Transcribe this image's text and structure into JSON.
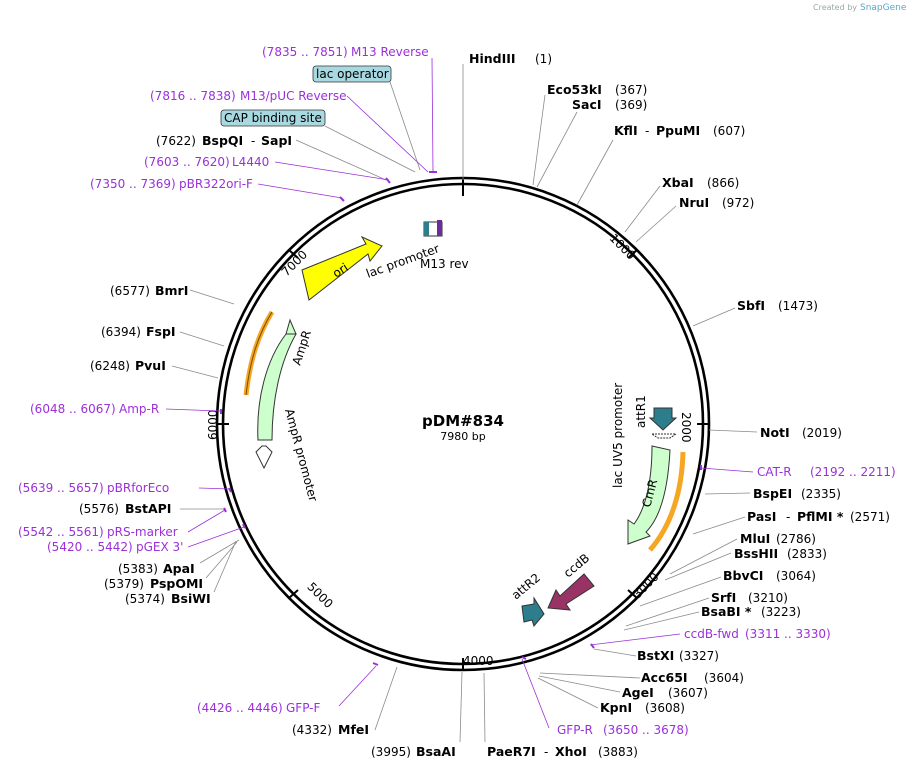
{
  "plasmid": {
    "name": "pDM#834",
    "size_label": "7980 bp"
  },
  "credit": {
    "prefix": "Created by",
    "brand": "SnapGene"
  },
  "ticks": [
    "1000",
    "2000",
    "3000",
    "4000",
    "5000",
    "6000",
    "7000"
  ],
  "features": {
    "ori": "ori",
    "ampr": "AmpR",
    "ampr_promoter": "AmpR promoter",
    "lac_promoter": "lac promoter",
    "m13_rev": "M13 rev",
    "lac_uv5_promoter": "lac UV5 promoter",
    "attr1": "attR1",
    "cmr": "CmR",
    "ccdb": "ccdB",
    "attr2": "attR2"
  },
  "boxed_features": {
    "lac_operator": "lac operator",
    "cap_site": "CAP binding site"
  },
  "enzymes": {
    "hindiii": {
      "name": "HindIII",
      "pos": "(1)"
    },
    "eco53ki": {
      "name": "Eco53kI",
      "pos": "(367)"
    },
    "saci": {
      "name": "SacI",
      "pos": "(369)"
    },
    "kfli": {
      "name": "KflI",
      "sep": "-",
      "name2": "PpuMI",
      "pos": "(607)"
    },
    "xbai": {
      "name": "XbaI",
      "pos": "(866)"
    },
    "nrui": {
      "name": "NruI",
      "pos": "(972)"
    },
    "sbfi": {
      "name": "SbfI",
      "pos": "(1473)"
    },
    "noti": {
      "name": "NotI",
      "pos": "(2019)"
    },
    "bspei": {
      "name": "BspEI",
      "pos": "(2335)"
    },
    "pasi": {
      "name": "PasI",
      "sep": "-",
      "name2": "PflMI *",
      "pos": "(2571)"
    },
    "mlui": {
      "name": "MluI",
      "pos": "(2786)"
    },
    "bsshii": {
      "name": "BssHII",
      "pos": "(2833)"
    },
    "bbvci": {
      "name": "BbvCI",
      "pos": "(3064)"
    },
    "srfi": {
      "name": "SrfI",
      "pos": "(3210)"
    },
    "bsabi": {
      "name": "BsaBI *",
      "pos": "(3223)"
    },
    "bstxi": {
      "name": "BstXI",
      "pos": "(3327)"
    },
    "acc65i": {
      "name": "Acc65I",
      "pos": "(3604)"
    },
    "agei": {
      "name": "AgeI",
      "pos": "(3607)"
    },
    "kpni": {
      "name": "KpnI",
      "pos": "(3608)"
    },
    "paer7i": {
      "name": "PaeR7I",
      "sep": "-",
      "name2": "XhoI",
      "pos": "(3883)"
    },
    "bsaai": {
      "name": "BsaAI",
      "pos": "(3995)"
    },
    "mfei": {
      "name": "MfeI",
      "pos": "(4332)"
    },
    "bsiwi": {
      "name": "BsiWI",
      "pos": "(5374)"
    },
    "pspomi": {
      "name": "PspOMI",
      "pos": "(5379)"
    },
    "apai": {
      "name": "ApaI",
      "pos": "(5383)"
    },
    "bstapi": {
      "name": "BstAPI",
      "pos": "(5576)"
    },
    "pvui": {
      "name": "PvuI",
      "pos": "(6248)"
    },
    "fspi": {
      "name": "FspI",
      "pos": "(6394)"
    },
    "bmri": {
      "name": "BmrI",
      "pos": "(6577)"
    },
    "bspqi": {
      "name": "BspQI",
      "sep": "-",
      "name2": "SapI",
      "pos": "(7622)"
    }
  },
  "primers": {
    "m13_reverse": {
      "name": "M13 Reverse",
      "range": "(7835 .. 7851)"
    },
    "m13_puc_reverse": {
      "name": "M13/pUC Reverse",
      "range": "(7816 .. 7838)"
    },
    "l4440": {
      "name": "L4440",
      "range": "(7603 .. 7620)"
    },
    "pbr322ori_f": {
      "name": "pBR322ori-F",
      "range": "(7350 .. 7369)"
    },
    "amp_r": {
      "name": "Amp-R",
      "range": "(6048 .. 6067)"
    },
    "pbrforeco": {
      "name": "pBRforEco",
      "range": "(5639 .. 5657)"
    },
    "prs_marker": {
      "name": "pRS-marker",
      "range": "(5542 .. 5561)"
    },
    "pgex3": {
      "name": "pGEX 3'",
      "range": "(5420 .. 5442)"
    },
    "gfp_f": {
      "name": "GFP-F",
      "range": "(4426 .. 4446)"
    },
    "cat_r": {
      "name": "CAT-R",
      "range": "(2192 .. 2211)"
    },
    "ccdb_fwd": {
      "name": "ccdB-fwd",
      "range": "(3311 .. 3330)"
    },
    "gfp_r": {
      "name": "GFP-R",
      "range": "(3650 .. 3678)"
    }
  },
  "colors": {
    "primer": "#9b30d9",
    "ori": "#ffff00",
    "ampr": "#ccffcc",
    "cmr": "#ccffcc",
    "ccdb": "#993366",
    "att": "#2e7d8c",
    "backbone": "#000000",
    "orange": "#f5a623",
    "box": "#a8d8e0"
  }
}
